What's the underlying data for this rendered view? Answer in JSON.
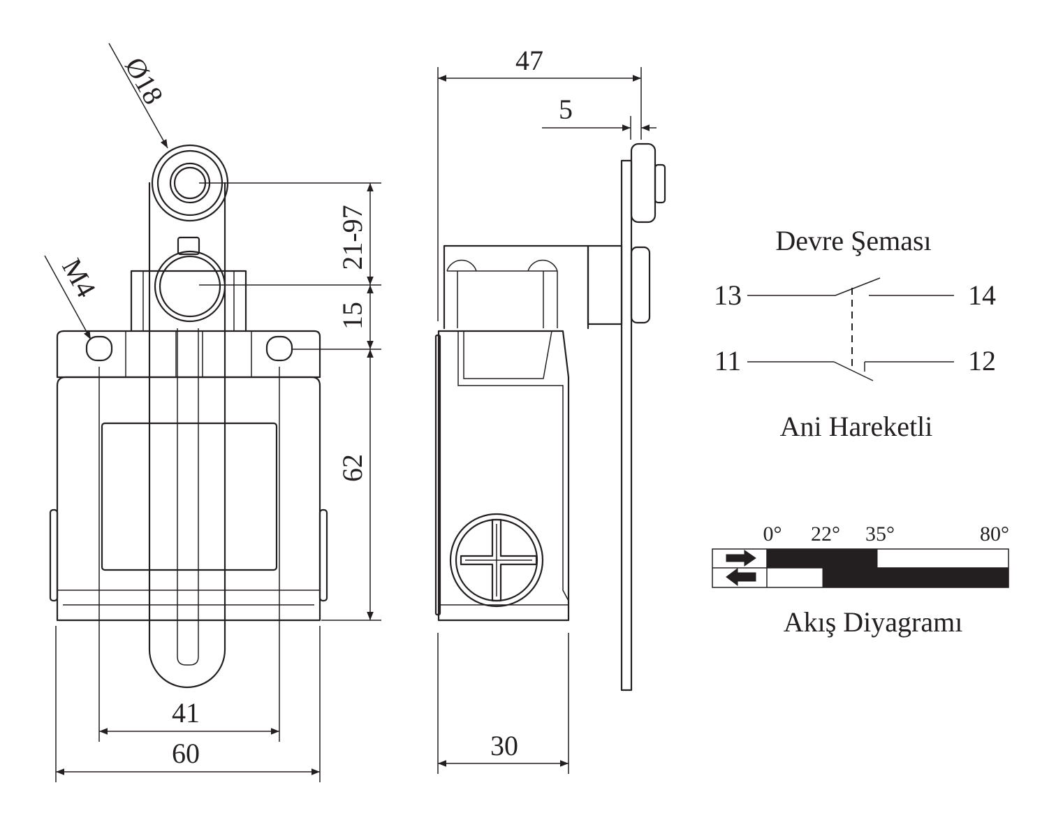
{
  "dimensions": {
    "roller_diameter": "Ø18",
    "mount_thread": "M4",
    "arm_length": "21-97",
    "roller_offset": "15",
    "body_height": "62",
    "hole_spacing": "41",
    "body_width": "60",
    "total_depth": "47",
    "lever_thickness": "5",
    "body_depth": "30"
  },
  "circuit": {
    "title": "Devre Şeması",
    "terminals": {
      "t13": "13",
      "t14": "14",
      "t11": "11",
      "t12": "12"
    },
    "action": "Ani Hareketli"
  },
  "flow": {
    "angles": [
      "0°",
      "22°",
      "35°",
      "80°"
    ],
    "title": "Akış Diyagramı"
  },
  "colors": {
    "line": "#231f20",
    "fill": "#231f20",
    "background": "#ffffff"
  }
}
